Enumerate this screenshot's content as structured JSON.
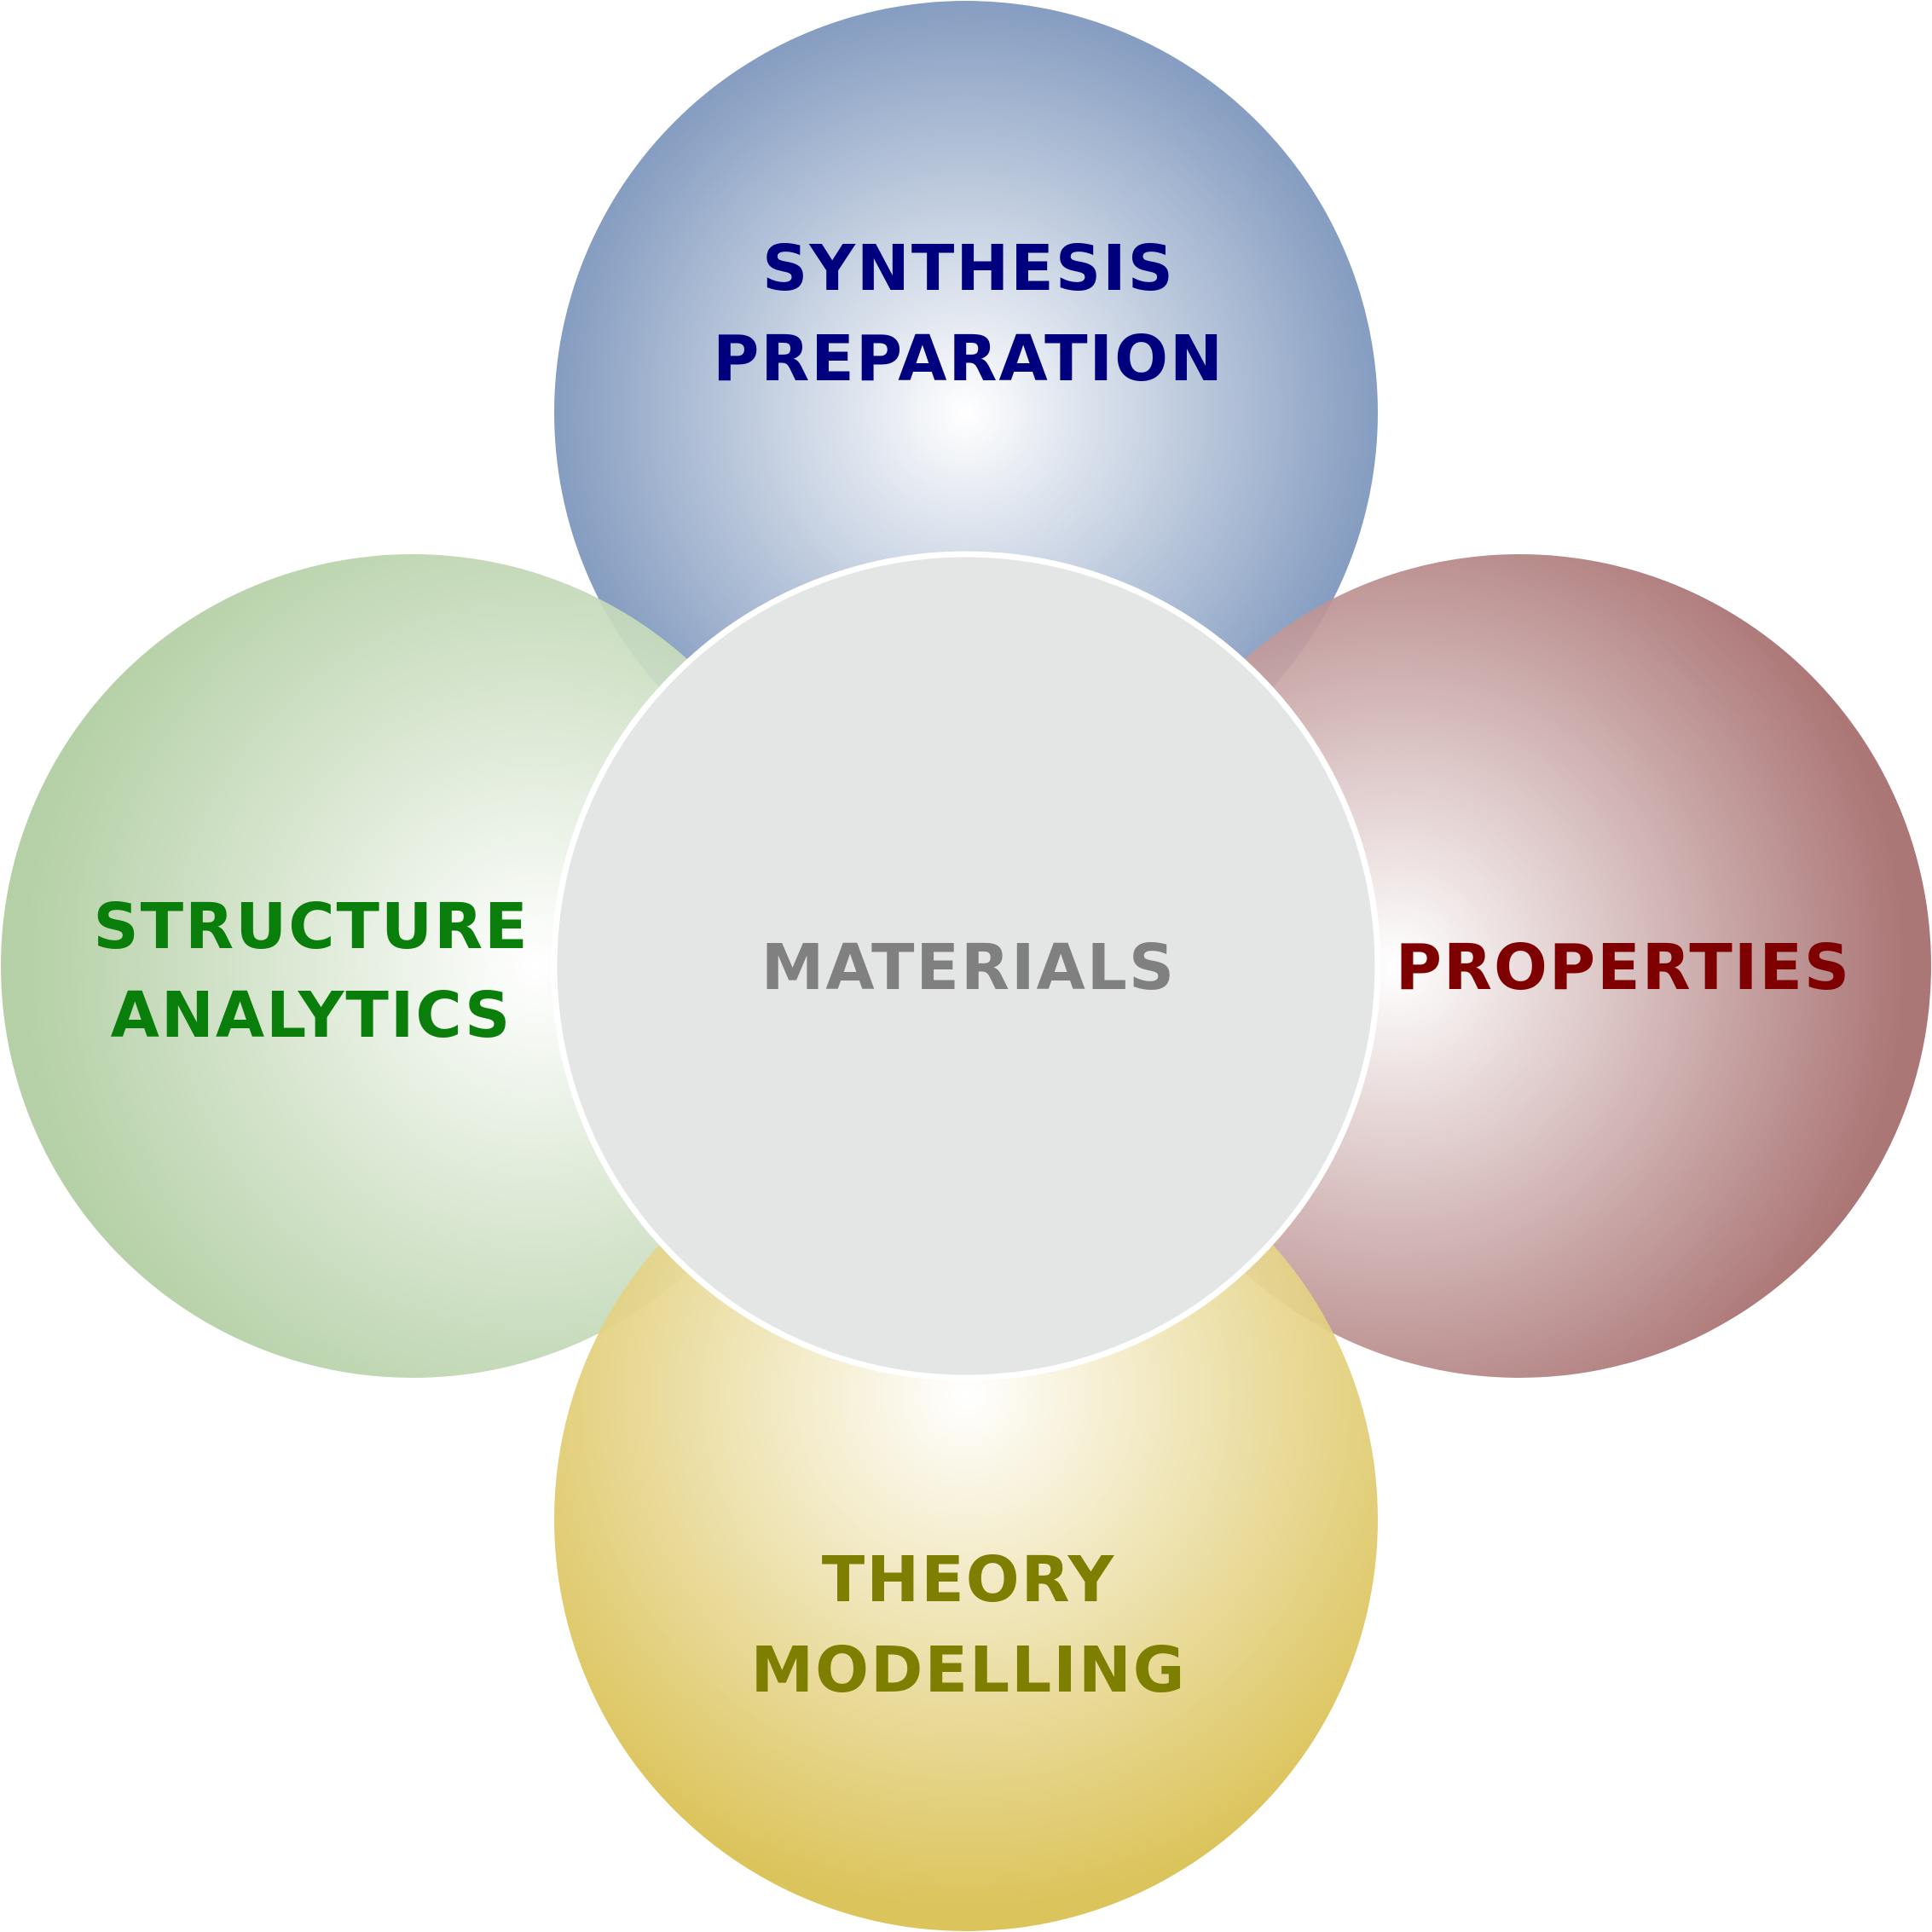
{
  "center": {
    "label": "MATERIALS",
    "text_color": "#808080",
    "fill": "#e4e6e6",
    "stroke": "#ffffff"
  },
  "circles": [
    {
      "id": "top",
      "lines": [
        "SYNTHESIS",
        "PREPARATION"
      ],
      "text_color": "#00007e",
      "edge_color": "#5b7bab"
    },
    {
      "id": "right",
      "lines": [
        "PROPERTIES"
      ],
      "text_color": "#7e0000",
      "edge_color": "#a46a6a"
    },
    {
      "id": "bottom",
      "lines": [
        "THEORY",
        "MODELLING"
      ],
      "text_color": "#7e7e00",
      "edge_color": "#d9bf4f"
    },
    {
      "id": "left",
      "lines": [
        "STRUCTURE",
        "ANALYTICS"
      ],
      "text_color": "#0a7e0a",
      "edge_color": "#afcc9f"
    }
  ]
}
